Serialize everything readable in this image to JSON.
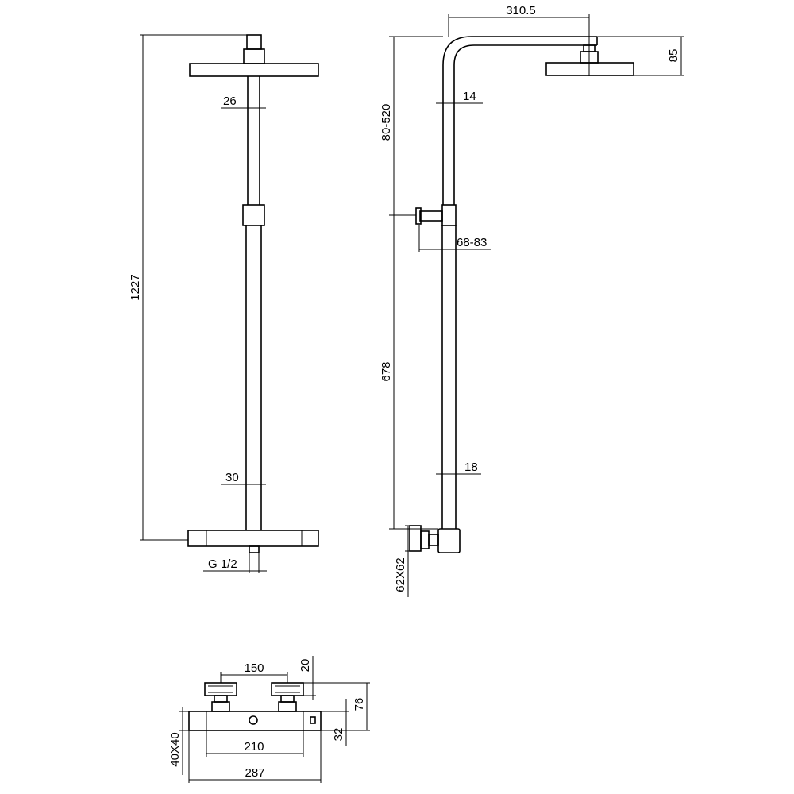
{
  "front_view": {
    "height_overall": "1227",
    "upper_pipe_dia": "26",
    "lower_pipe_dia": "30",
    "inlet_thread": "G 1/2"
  },
  "side_view": {
    "arm_reach": "310.5",
    "head_height": "85",
    "arm_pipe_dia": "14",
    "adjust_range": "80-520",
    "hand_holder": "68-83",
    "lower_length": "678",
    "lower_pipe_dia": "18",
    "bracket_size": "62X62"
  },
  "top_view": {
    "handle_spacing": "150",
    "knob_offset": "20",
    "total_depth": "76",
    "body_depth": "32",
    "inlet_centers": "210",
    "body_length": "287",
    "body_section": "40X40"
  }
}
